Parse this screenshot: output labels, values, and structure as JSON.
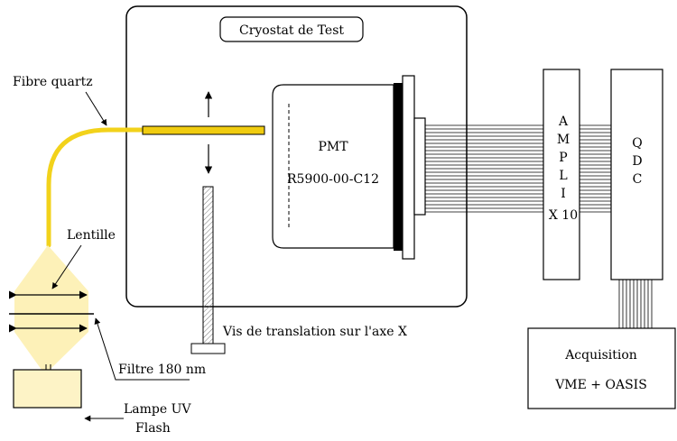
{
  "labels": {
    "cryostat_title": "Cryostat de Test",
    "fibre": "Fibre quartz",
    "lentille": "Lentille",
    "filtre": "Filtre 180 nm",
    "lampe_line1": "Lampe UV",
    "lampe_line2": "Flash",
    "pmt_line1": "PMT",
    "pmt_line2": "R5900-00-C12",
    "vis": "Vis de translation sur l'axe X",
    "ampli_letters": [
      "A",
      "M",
      "P",
      "L",
      "I"
    ],
    "ampli_gain": "X 10",
    "qdc_letters": [
      "Q",
      "D",
      "C"
    ],
    "acq_line1": "Acquisition",
    "acq_line2": "VME + OASIS"
  },
  "colors": {
    "fibre": "#f2d21b",
    "fibre_bar": "#f0cc10",
    "light_cone": "#fdf1b8",
    "lamp": "#fdf3c6",
    "stroke": "#000000"
  }
}
